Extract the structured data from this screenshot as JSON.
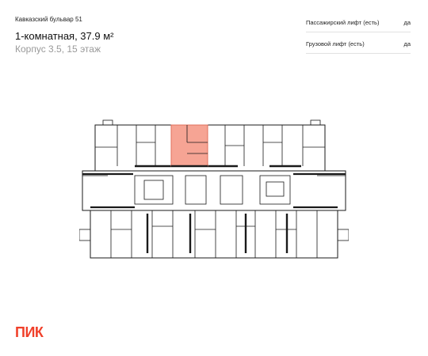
{
  "header": {
    "project": "Кавказский бульвар 51",
    "apartment_title": "1-комнатная, 37.9 м²",
    "building_floor": "Корпус 3.5, 15 этаж"
  },
  "features": [
    {
      "label": "Пассажирский лифт (есть)",
      "value": "да"
    },
    {
      "label": "Грузовой лифт (есть)",
      "value": "да"
    }
  ],
  "logo": {
    "text": "ПИК",
    "color": "#f0402a"
  },
  "colors": {
    "highlight": "#f6a494",
    "highlight_border": "#e0705c",
    "walls": "#1a1a1a"
  }
}
